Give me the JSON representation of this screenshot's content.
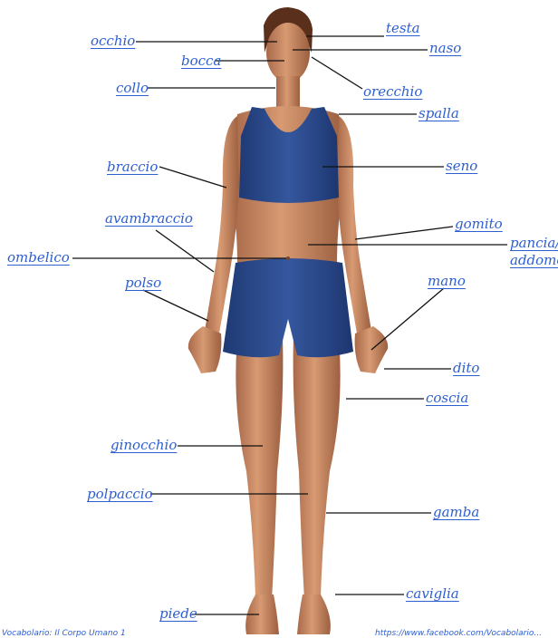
{
  "labels": {
    "testa": "testa",
    "occhio": "occhio",
    "naso": "naso",
    "bocca": "bocca",
    "orecchio": "orecchio",
    "collo": "collo",
    "spalla": "spalla",
    "braccio": "braccio",
    "seno": "seno",
    "avambraccio": "avambraccio",
    "gomito": "gomito",
    "ombelico": "ombelico",
    "pancia": "pancia/",
    "addome": "addome",
    "polso": "polso",
    "mano": "mano",
    "dito": "dito",
    "coscia": "coscia",
    "ginocchio": "ginocchio",
    "polpaccio": "polpaccio",
    "gamba": "gamba",
    "caviglia": "caviglia",
    "piede": "piede"
  },
  "footer": {
    "left": "Vocabolario: Il Corpo Umano 1",
    "right": "https://www.facebook.com/Vocabolario..."
  },
  "colors": {
    "label": "#2d5fd1",
    "line": "#111111",
    "skin": "#c98a62",
    "clothing": "#2a4a8e"
  }
}
